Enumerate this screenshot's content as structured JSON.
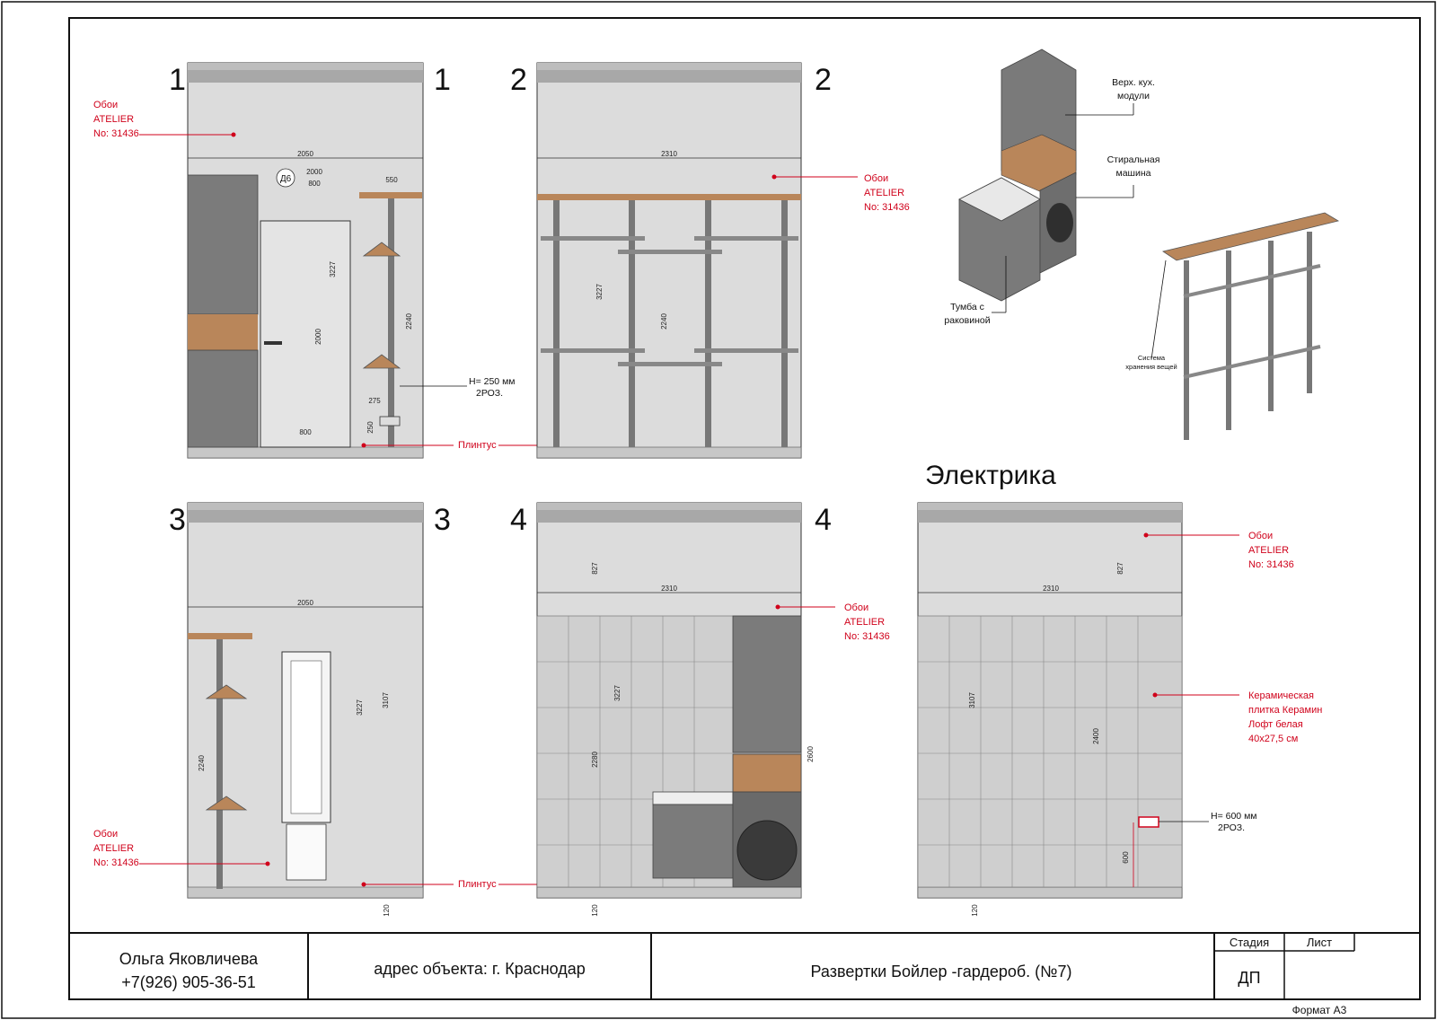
{
  "elevations": {
    "e1": {
      "left": "1",
      "right": "1"
    },
    "e2": {
      "left": "2",
      "right": "2"
    },
    "e3": {
      "left": "3",
      "right": "3"
    },
    "e4": {
      "left": "4",
      "right": "4"
    }
  },
  "electrics_title": "Электрика",
  "wallpaper": {
    "l1": "Обои",
    "l2": "ATELIER",
    "l3": "No: 31436"
  },
  "baseboard": "Плинтус",
  "socket_250": {
    "l1": "H= 250 мм",
    "l2": "2РОЗ."
  },
  "socket_600": {
    "l1": "H= 600 мм",
    "l2": "2РОЗ."
  },
  "door_tag": "Д6",
  "tile": {
    "l1": "Керамическая",
    "l2": "плитка Керамин",
    "l3": "Лофт белая",
    "l4": "40x27,5 см"
  },
  "iso": {
    "upper": {
      "l1": "Верх. кух.",
      "l2": "модули"
    },
    "washer": {
      "l1": "Стиральная",
      "l2": "машина"
    },
    "sink": {
      "l1": "Тумба с",
      "l2": "раковиной"
    },
    "storage": {
      "l1": "Система",
      "l2": "хранения вещей"
    }
  },
  "dimensions": {
    "w2050": "2050",
    "w2310": "2310",
    "w550": "550",
    "w800": "800",
    "d2000": "2000",
    "d800": "800",
    "h3227": "3227",
    "h3107": "3107",
    "h2240": "2240",
    "h2000": "2000",
    "h2280": "2280",
    "h2400": "2400",
    "h2600": "2600",
    "h827": "827",
    "h120": "120",
    "h250": "250",
    "h275": "275",
    "h600": "600"
  },
  "title_block": {
    "author": "Ольга Яковличева",
    "phone": "+7(926) 905-36-51",
    "address": "адрес объекта: г. Краснодар",
    "sheet_title": "Развертки Бойлер -гардероб. (№7)",
    "stage_label": "Стадия",
    "sheet_label": "Лист",
    "stage_value": "ДП",
    "format": "Формат А3"
  }
}
